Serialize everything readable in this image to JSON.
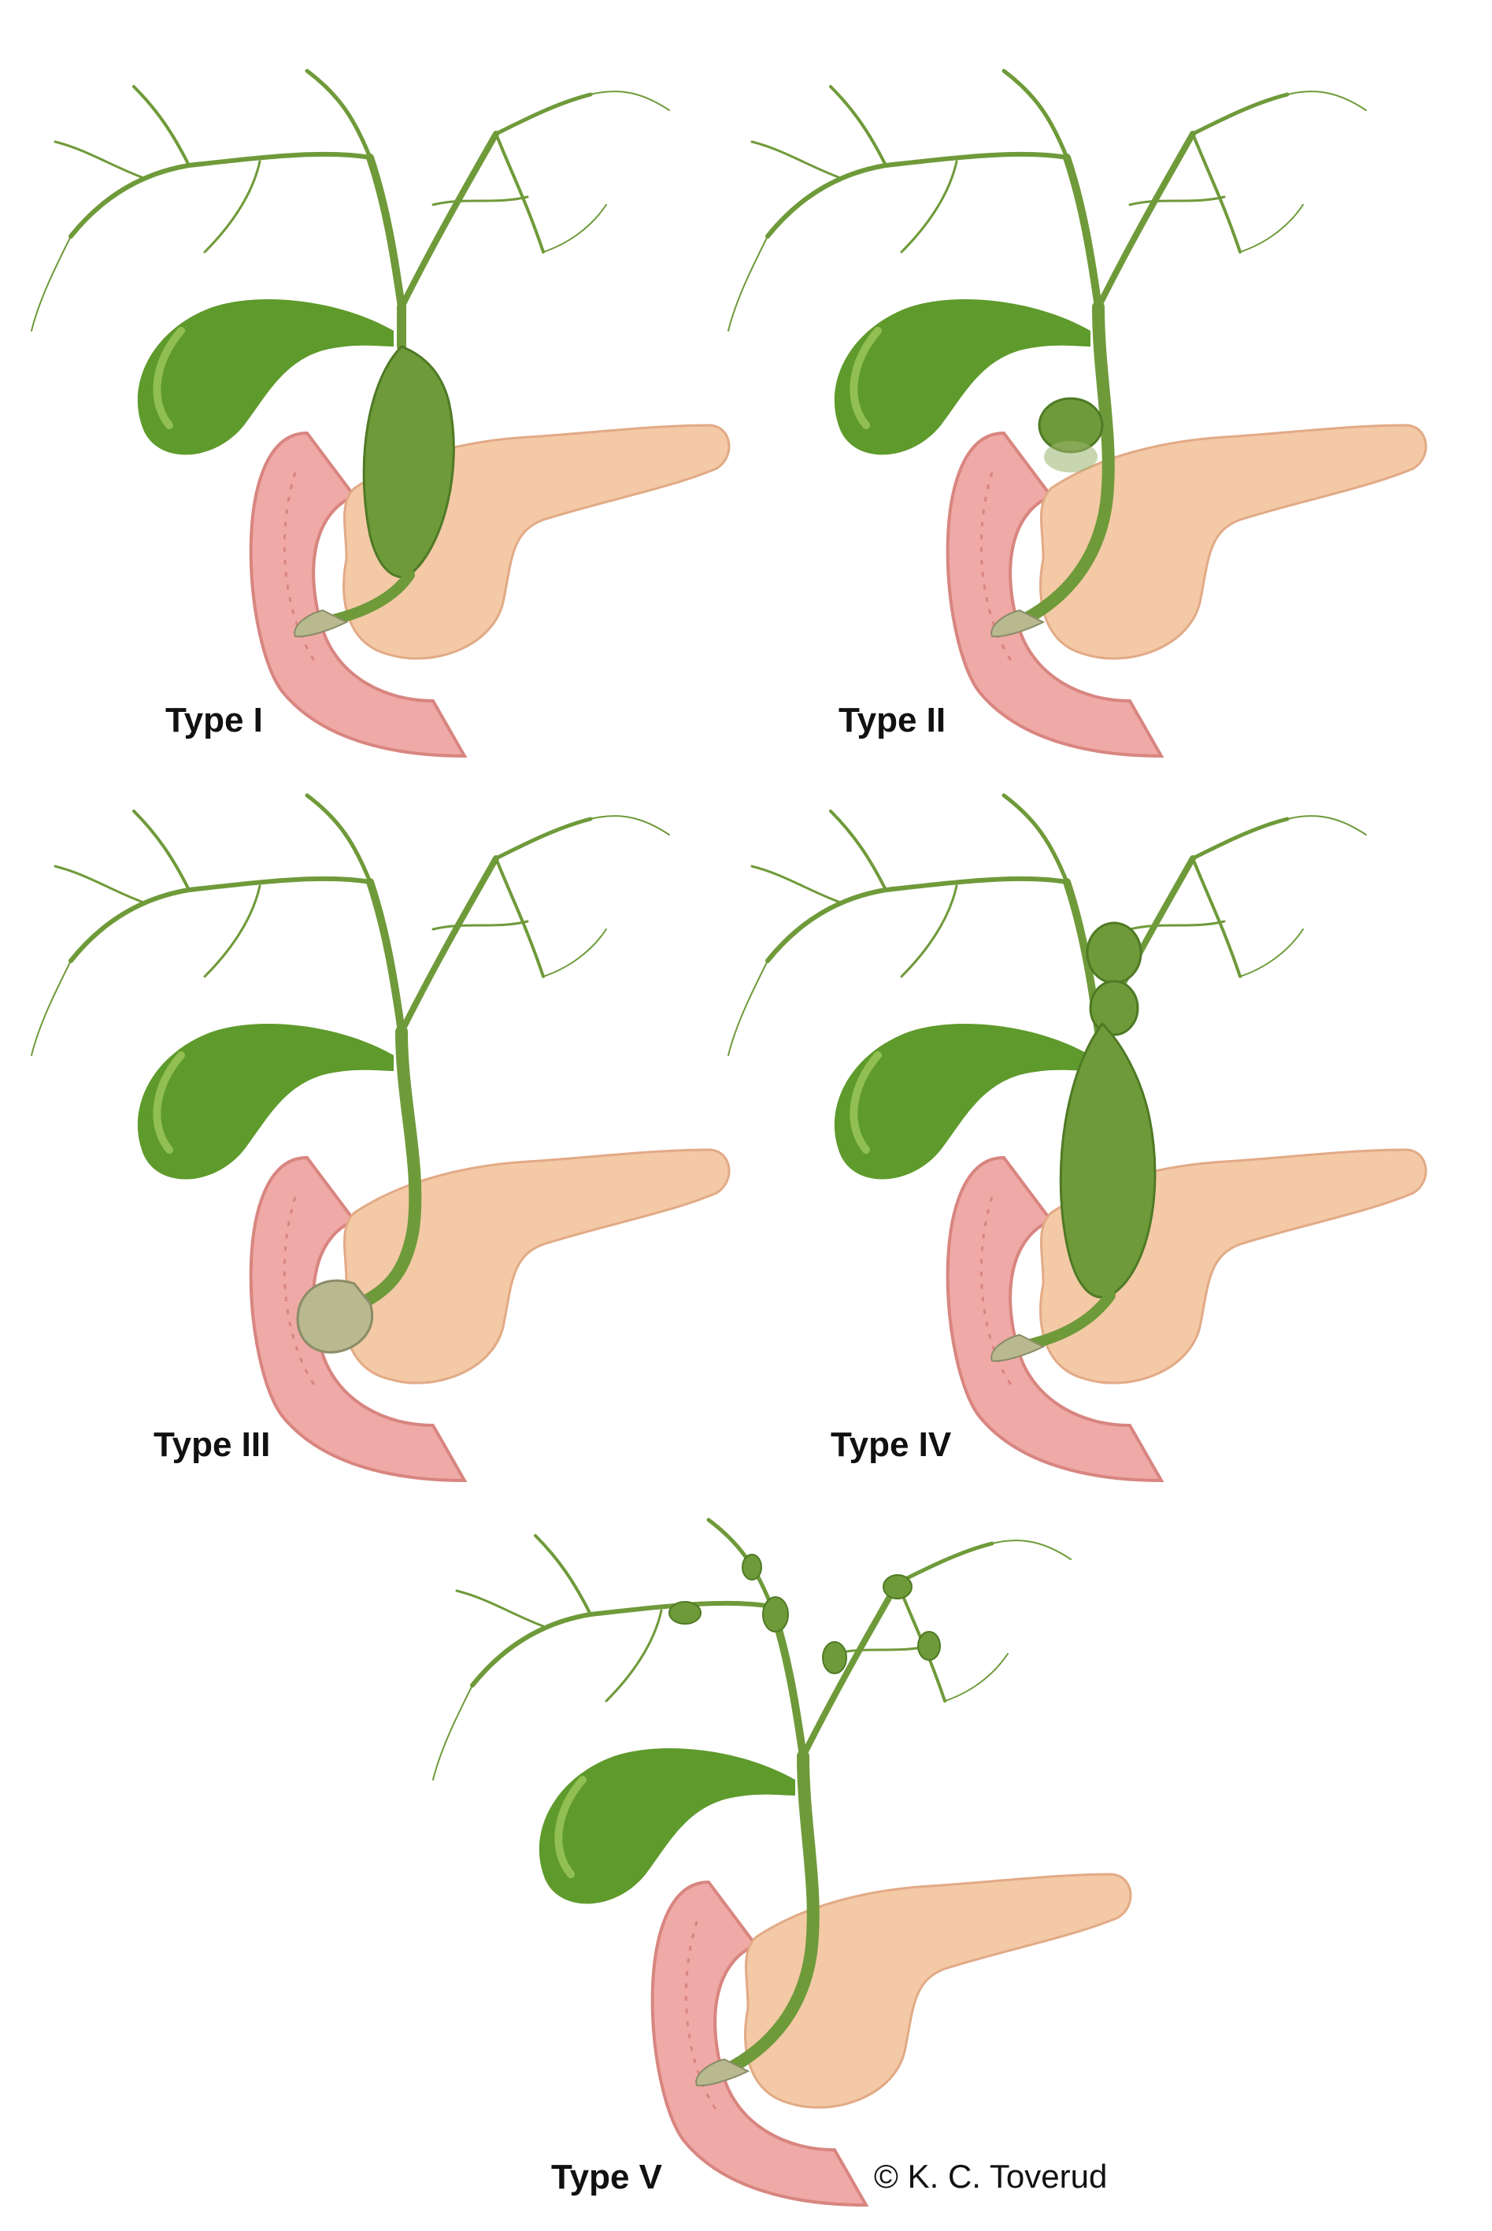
{
  "panels": [
    {
      "label": "Type I",
      "variant": "fusiform-extrahepatic-cyst"
    },
    {
      "label": "Type II",
      "variant": "diverticulum"
    },
    {
      "label": "Type III",
      "variant": "choledochocele"
    },
    {
      "label": "Type IV",
      "variant": "intra-and-extrahepatic-cysts"
    },
    {
      "label": "Type V",
      "variant": "intrahepatic-cysts-caroli"
    }
  ],
  "credit": "© K. C. Toverud",
  "colors": {
    "duct": "#6f9a3a",
    "duct_dark": "#4f7a25",
    "gallbladder": "#5f9a2c",
    "gallbladder_light": "#a7cf62",
    "pancreas": "#f3c9a6",
    "pancreas_edge": "#e2aa86",
    "duodenum": "#efa9a6",
    "duodenum_edge": "#d88580",
    "ampulla": "#b8b98f"
  }
}
